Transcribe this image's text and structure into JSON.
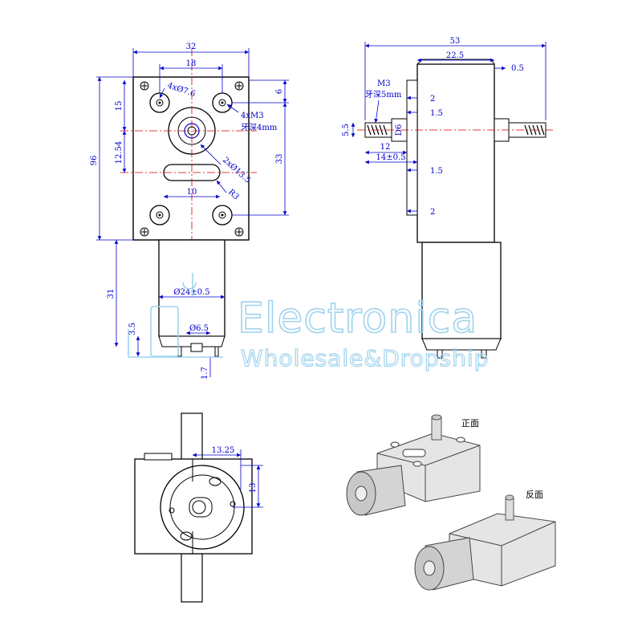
{
  "front_view": {
    "dims": {
      "width_32": "32",
      "width_18": "18",
      "holes_4x7_6": "4xØ7.6",
      "thread_4xm3": "4xM3",
      "thread_depth_4mm": "牙深4mm",
      "height_15": "15",
      "height_96": "96",
      "height_12_54": "12.54",
      "height_6": "6",
      "height_33": "33",
      "hole_2x13_5": "2xØ13.5",
      "radius_r3": "R3",
      "slot_10": "10",
      "motor_31": "31",
      "motor_dia": "Ø24±0.5",
      "motor_3_5": "3.5",
      "motor_6_5": "Ø6.5",
      "motor_1_7": "1.7"
    }
  },
  "side_view": {
    "dims": {
      "total_53": "53",
      "dim_22_5": "22.5",
      "dim_0_5": "0.5",
      "thread_m3": "M3",
      "thread_depth_5mm": "牙深5mm",
      "dim_2_top": "2",
      "dim_1_5_top": "1.5",
      "dim_5_5": "5.5",
      "dim_d6": "D6",
      "dim_12": "12",
      "dim_14": "14±0.5",
      "dim_1_5_bottom": "1.5",
      "dim_2_bottom": "2"
    }
  },
  "bottom_view": {
    "dims": {
      "dim_13_25": "13.25",
      "dim_13": "13"
    }
  },
  "photos": {
    "front_label": "正面",
    "back_label": "反面"
  },
  "watermark": {
    "brand": "Electronica",
    "tagline": "Wholesale&Dropship"
  },
  "colors": {
    "line": "#000000",
    "centerline": "#d40000",
    "dimension_blue": "#0000cc",
    "watermark": "#9fd3ee"
  }
}
